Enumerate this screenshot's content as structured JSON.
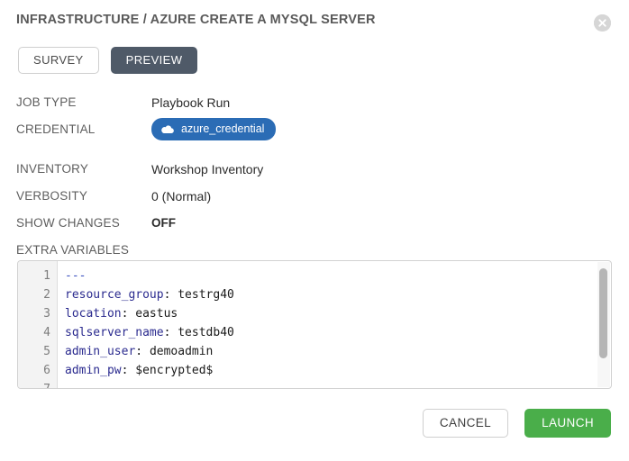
{
  "dialog": {
    "title": "INFRASTRUCTURE / AZURE CREATE A MYSQL SERVER",
    "close_icon": "close-circle-icon"
  },
  "tabs": [
    {
      "label": "SURVEY",
      "active": false
    },
    {
      "label": "PREVIEW",
      "active": true
    }
  ],
  "details": [
    {
      "label": "JOB TYPE",
      "value": "Playbook Run"
    },
    {
      "label": "CREDENTIAL",
      "value": "azure_credential",
      "badge": true,
      "badge_icon": "cloud-icon",
      "badge_color": "#2b6cb5"
    },
    {
      "label": "INVENTORY",
      "value": "Workshop Inventory"
    },
    {
      "label": "VERBOSITY",
      "value": "0 (Normal)"
    },
    {
      "label": "SHOW CHANGES",
      "value": "OFF"
    }
  ],
  "extra_variables": {
    "label": "EXTRA VARIABLES",
    "lines": [
      {
        "n": "1",
        "key": "---",
        "sep": "",
        "value": "",
        "kind": "dash"
      },
      {
        "n": "2",
        "key": "resource_group",
        "sep": ": ",
        "value": "testrg40",
        "kind": "pair"
      },
      {
        "n": "3",
        "key": "location",
        "sep": ": ",
        "value": "eastus",
        "kind": "pair"
      },
      {
        "n": "4",
        "key": "sqlserver_name",
        "sep": ": ",
        "value": "testdb40",
        "kind": "pair"
      },
      {
        "n": "5",
        "key": "admin_user",
        "sep": ": ",
        "value": "demoadmin",
        "kind": "pair"
      },
      {
        "n": "6",
        "key": "admin_pw",
        "sep": ": ",
        "value": "$encrypted$",
        "kind": "pair"
      },
      {
        "n": "7",
        "key": "",
        "sep": "",
        "value": "",
        "kind": "empty"
      }
    ]
  },
  "footer": {
    "cancel_label": "CANCEL",
    "launch_label": "LAUNCH",
    "launch_color": "#4aae4a"
  }
}
